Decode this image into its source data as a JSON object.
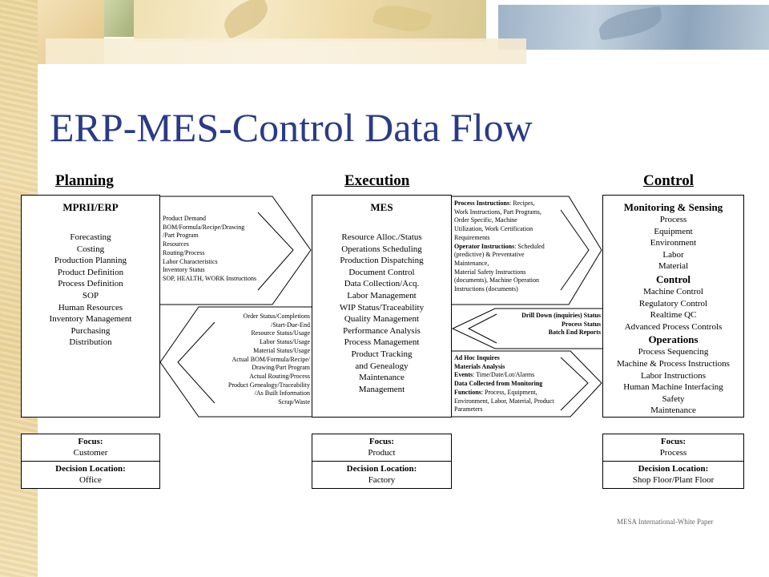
{
  "title": "ERP-MES-Control Data Flow",
  "columns": {
    "planning": "Planning",
    "execution": "Execution",
    "control": "Control"
  },
  "erp": {
    "header": "MPRII/ERP",
    "items": [
      "Forecasting",
      "Costing",
      "Production Planning",
      "Product Definition",
      "Process Definition",
      "SOP",
      "Human Resources",
      "Inventory Management",
      "Purchasing",
      "Distribution"
    ]
  },
  "mes": {
    "header": "MES",
    "items": [
      "Resource Alloc./Status",
      "Operations Scheduling",
      "Production Dispatching",
      "Document Control",
      "Data Collection/Acq.",
      "Labor Management",
      "WIP Status/Traceability",
      "Quality Management",
      "Performance Analysis",
      "Process Management",
      "Product Tracking",
      "and Genealogy",
      "Maintenance",
      "Management"
    ]
  },
  "control_box": {
    "header1": "Monitoring & Sensing",
    "items1": [
      "Process",
      "Equipment",
      "Environment",
      "Labor",
      "Material"
    ],
    "header2": "Control",
    "items2": [
      "Machine Control",
      "Regulatory Control",
      "Realtime QC",
      "Advanced Process Controls"
    ],
    "header3": "Operations",
    "items3": [
      "Process Sequencing",
      "Machine & Process Instructions",
      "Labor Instructions",
      "Human Machine Interfacing",
      "Safety",
      "Maintenance"
    ]
  },
  "flow_erp_to_mes": [
    "Product Demand",
    "BOM/Formula/Recipe/Drawing",
    "/Part Program",
    "Resources",
    "Routing/Process",
    "Labor Characteristics",
    "Inventory Status",
    "SOP, HEALTH, WORK Instructions"
  ],
  "flow_mes_to_erp": [
    "Order Status/Completions",
    "/Start-Due-End",
    "Resource Status/Usage",
    "Labor Status/Usage",
    "Material Status/Usage",
    "Actual BOM/Formula/Recipe/",
    "Drawing/Part Program",
    "Actual Routing/Process",
    "Product Genealogy/Traceability",
    "/As Built Information",
    "Scrap/Waste"
  ],
  "flow_mes_to_control": {
    "pi_label": "Process Instructions",
    "pi_text": ": Recipes,",
    "lines": [
      "Work Instructions, Part Programs,",
      "Order Specific, Machine",
      "Utilization, Work Certification",
      "Requirements"
    ],
    "oi_label": "Operator Instructions",
    "oi_text": ": Scheduled",
    "lines2": [
      "(predictive) & Preventative",
      "Maintenance,",
      "Material Safety Instructions",
      "(documents), Machine Operation",
      "Instructions (documents)"
    ]
  },
  "flow_control_to_mes": [
    "Drill Down (inquiries) Status",
    "Process Status",
    "Batch End Reports"
  ],
  "flow_control_adhoc": {
    "l1": "Ad Hoc Inquires",
    "l2": "Materials Analysis",
    "events_label": "Events",
    "events_text": ": Time/Date/Lot/Alarms",
    "l4": "Data Collected from Monitoring",
    "functions_label": "Functions",
    "functions_text": ": Process, Equipment,",
    "l6": "Environment, Labor, Material, Product",
    "l7": "Parameters"
  },
  "focus": [
    {
      "focus_label": "Focus:",
      "focus_value": "Customer",
      "loc_label": "Decision Location:",
      "loc_value": "Office"
    },
    {
      "focus_label": "Focus:",
      "focus_value": "Product",
      "loc_label": "Decision Location:",
      "loc_value": "Factory"
    },
    {
      "focus_label": "Focus:",
      "focus_value": "Process",
      "loc_label": "Decision Location:",
      "loc_value": "Shop Floor/Plant Floor"
    }
  ],
  "credit": "MESA International-White Paper"
}
